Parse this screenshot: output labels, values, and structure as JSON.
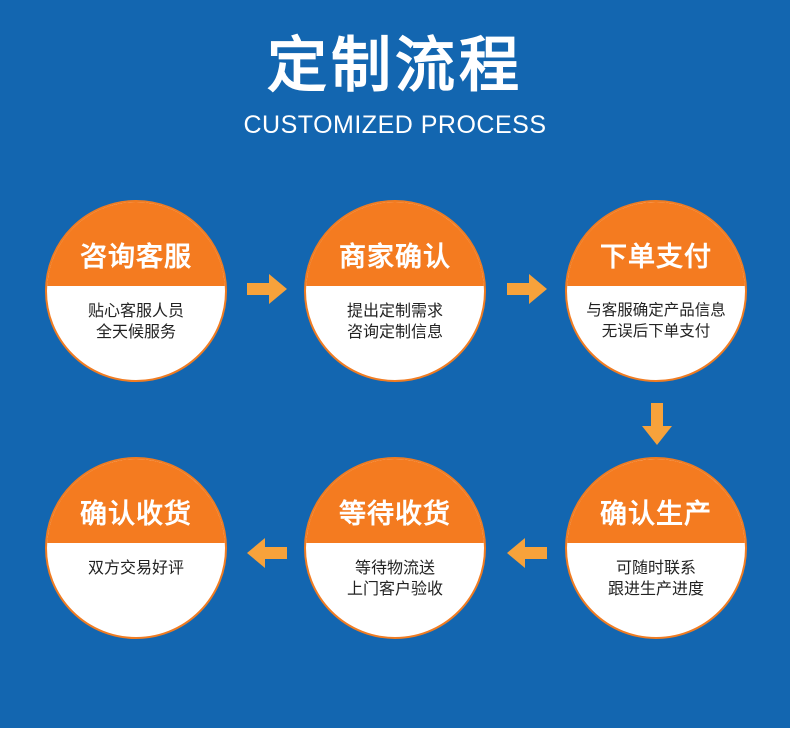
{
  "title": "定制流程",
  "subtitle": "CUSTOMIZED PROCESS",
  "colors": {
    "background": "#1366b0",
    "accent": "#f47b20",
    "arrow": "#f7a23b"
  },
  "steps": [
    {
      "title": "咨询客服",
      "lines": [
        "贴心客服人员",
        "全天候服务"
      ]
    },
    {
      "title": "商家确认",
      "lines": [
        "提出定制需求",
        "咨询定制信息"
      ]
    },
    {
      "title": "下单支付",
      "lines": [
        "与客服确定产品信息",
        "无误后下单支付"
      ]
    },
    {
      "title": "确认生产",
      "lines": [
        "可随时联系",
        "跟进生产进度"
      ]
    },
    {
      "title": "等待收货",
      "lines": [
        "等待物流送",
        "上门客户验收"
      ]
    },
    {
      "title": "确认收货",
      "lines": [
        "双方交易好评"
      ]
    }
  ],
  "arrows": [
    {
      "from": "咨询客服",
      "to": "商家确认",
      "direction": "right"
    },
    {
      "from": "商家确认",
      "to": "下单支付",
      "direction": "right"
    },
    {
      "from": "下单支付",
      "to": "确认生产",
      "direction": "down"
    },
    {
      "from": "确认生产",
      "to": "等待收货",
      "direction": "left"
    },
    {
      "from": "等待收货",
      "to": "确认收货",
      "direction": "left"
    }
  ]
}
